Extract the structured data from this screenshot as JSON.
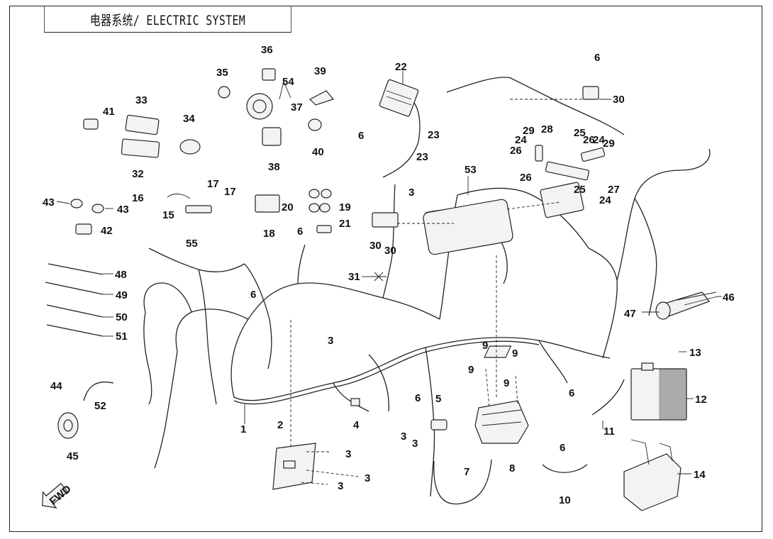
{
  "title": "电器系统/ ELECTRIC SYSTEM",
  "fwd_label": "FWD",
  "callouts": {
    "c1": "1",
    "c2": "2",
    "c3a": "3",
    "c3b": "3",
    "c3c": "3",
    "c3d": "3",
    "c3e": "3",
    "c3f": "3",
    "c3g": "3",
    "c4": "4",
    "c5": "5",
    "c6a": "6",
    "c6b": "6",
    "c6c": "6",
    "c6d": "6",
    "c6e": "6",
    "c6f": "6",
    "c6g": "6",
    "c7": "7",
    "c8": "8",
    "c9a": "9",
    "c9b": "9",
    "c9c": "9",
    "c9d": "9",
    "c10": "10",
    "c11": "11",
    "c12": "12",
    "c13": "13",
    "c14": "14",
    "c15": "15",
    "c16": "16",
    "c17a": "17",
    "c17b": "17",
    "c18": "18",
    "c19": "19",
    "c20": "20",
    "c21": "21",
    "c22": "22",
    "c23a": "23",
    "c23b": "23",
    "c24a": "24",
    "c24b": "24",
    "c24c": "24",
    "c25a": "25",
    "c25b": "25",
    "c26a": "26",
    "c26b": "26",
    "c26c": "26",
    "c27": "27",
    "c28": "28",
    "c29a": "29",
    "c29b": "29",
    "c30a": "30",
    "c30b": "30",
    "c30c": "30",
    "c31": "31",
    "c32": "32",
    "c33": "33",
    "c34": "34",
    "c35": "35",
    "c36": "36",
    "c37": "37",
    "c38": "38",
    "c39": "39",
    "c40": "40",
    "c41": "41",
    "c42": "42",
    "c43a": "43",
    "c43b": "43",
    "c44": "44",
    "c45": "45",
    "c46": "46",
    "c47": "47",
    "c48": "48",
    "c49": "49",
    "c50": "50",
    "c51": "51",
    "c52": "52",
    "c53": "53",
    "c54": "54",
    "c55": "55"
  }
}
